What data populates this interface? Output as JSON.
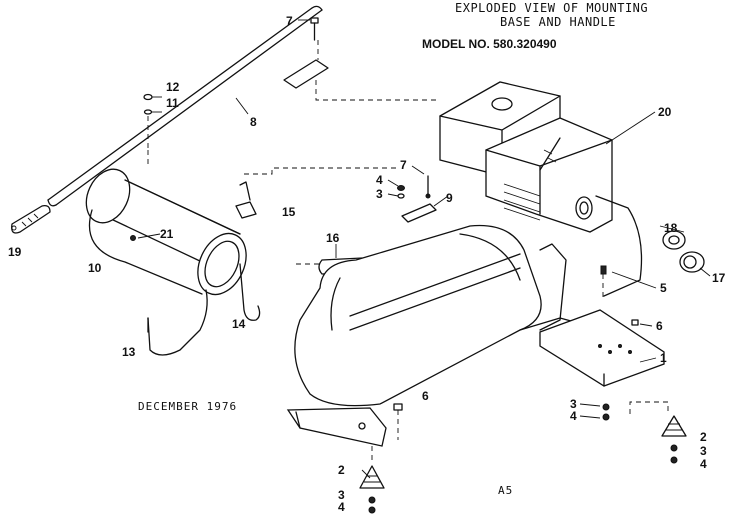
{
  "title": {
    "line1": "EXPLODED VIEW OF MOUNTING",
    "line2": "BASE AND HANDLE",
    "model": "MODEL NO. 580.320490"
  },
  "date_note": "DECEMBER 1976",
  "page_code": "A5",
  "callouts": {
    "c1": "1",
    "c2a": "2",
    "c2b": "2",
    "c3a": "3",
    "c3b": "3",
    "c3c": "3",
    "c3d": "3",
    "c4a": "4",
    "c4b": "4",
    "c4c": "4",
    "c4d": "4",
    "c5": "5",
    "c6a": "6",
    "c6b": "6",
    "c7a": "7",
    "c7b": "7",
    "c8": "8",
    "c9": "9",
    "c10": "10",
    "c11": "11",
    "c12": "12",
    "c13": "13",
    "c14": "14",
    "c15": "15",
    "c16": "16",
    "c17": "17",
    "c18": "18",
    "c19": "19",
    "c20": "20",
    "c21": "21"
  }
}
